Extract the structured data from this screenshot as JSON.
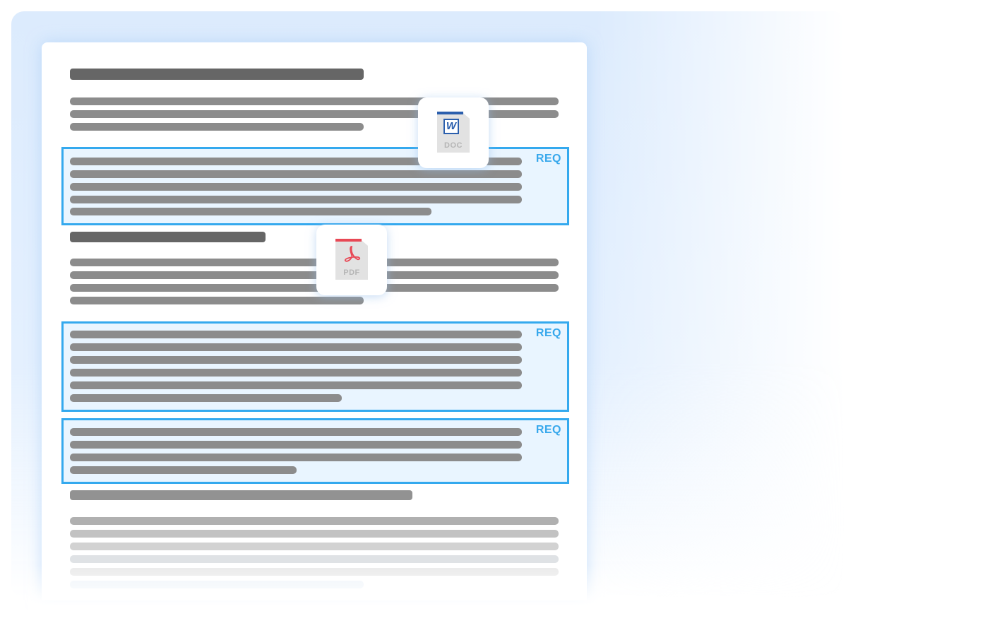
{
  "illustration": {
    "description": "Document with highlighted requirement sections and file type badges",
    "req_label": "REQ",
    "colors": {
      "backdrop": "#dcebfd",
      "page": "#ffffff",
      "text_bar": "#8c8c8c",
      "heading_bar": "#666666",
      "req_border": "#34a9ee",
      "req_fill": "#e1f2ff",
      "doc_blue": "#2b5fad",
      "pdf_red": "#e84855"
    }
  },
  "files": [
    {
      "type": "doc",
      "label": "DOC",
      "glyph": "W"
    },
    {
      "type": "pdf",
      "label": "PDF"
    }
  ],
  "req_boxes": [
    {
      "label": "REQ"
    },
    {
      "label": "REQ"
    },
    {
      "label": "REQ"
    }
  ]
}
